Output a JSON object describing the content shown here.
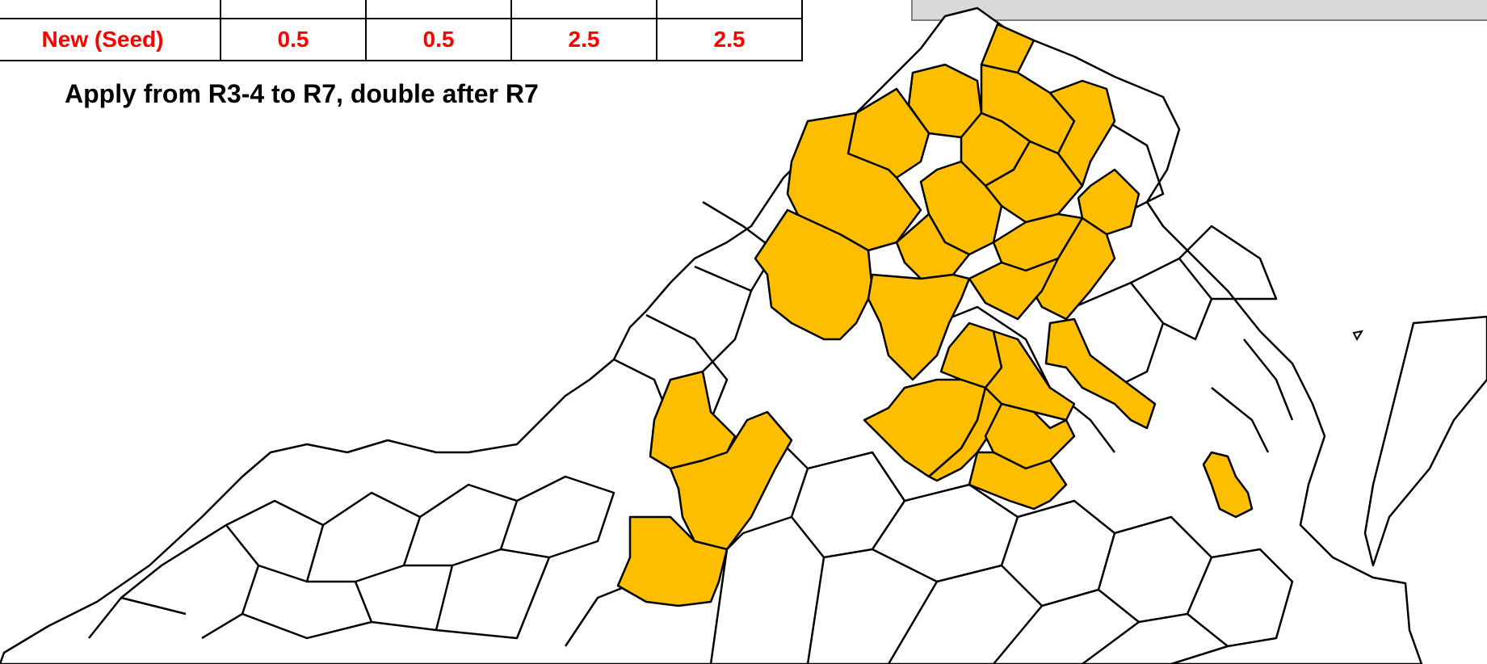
{
  "rate_table": {
    "rows": [
      {
        "cells": [
          "",
          "",
          "",
          "",
          ""
        ]
      },
      {
        "cells": [
          "New (Seed)",
          "0.5",
          "0.5",
          "2.5",
          "2.5"
        ]
      }
    ]
  },
  "subtitle": "Apply from R3-4 to R7, double after R7",
  "colors": {
    "highlight_fill": "#fdbe00",
    "county_fill": "#ffffff",
    "border": "#000000",
    "table_text": "#ff0000",
    "legend_box_fill": "#d9d9d9"
  }
}
